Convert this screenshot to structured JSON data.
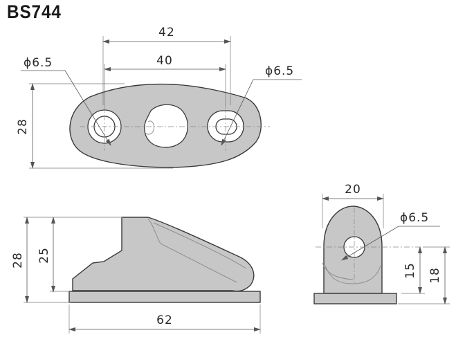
{
  "title": "BS744",
  "top_view": {
    "dim_overall_width": "42",
    "dim_hole_spacing": "40",
    "dim_height": "28",
    "hole_dia_left": "ϕ6.5",
    "hole_dia_right": "ϕ6.5"
  },
  "side_view": {
    "dim_overall_height": "28",
    "dim_body_height": "25",
    "dim_length": "62"
  },
  "end_view": {
    "dim_width": "20",
    "hole_dia": "ϕ6.5",
    "dim_hole_center": "15",
    "dim_height": "18"
  }
}
